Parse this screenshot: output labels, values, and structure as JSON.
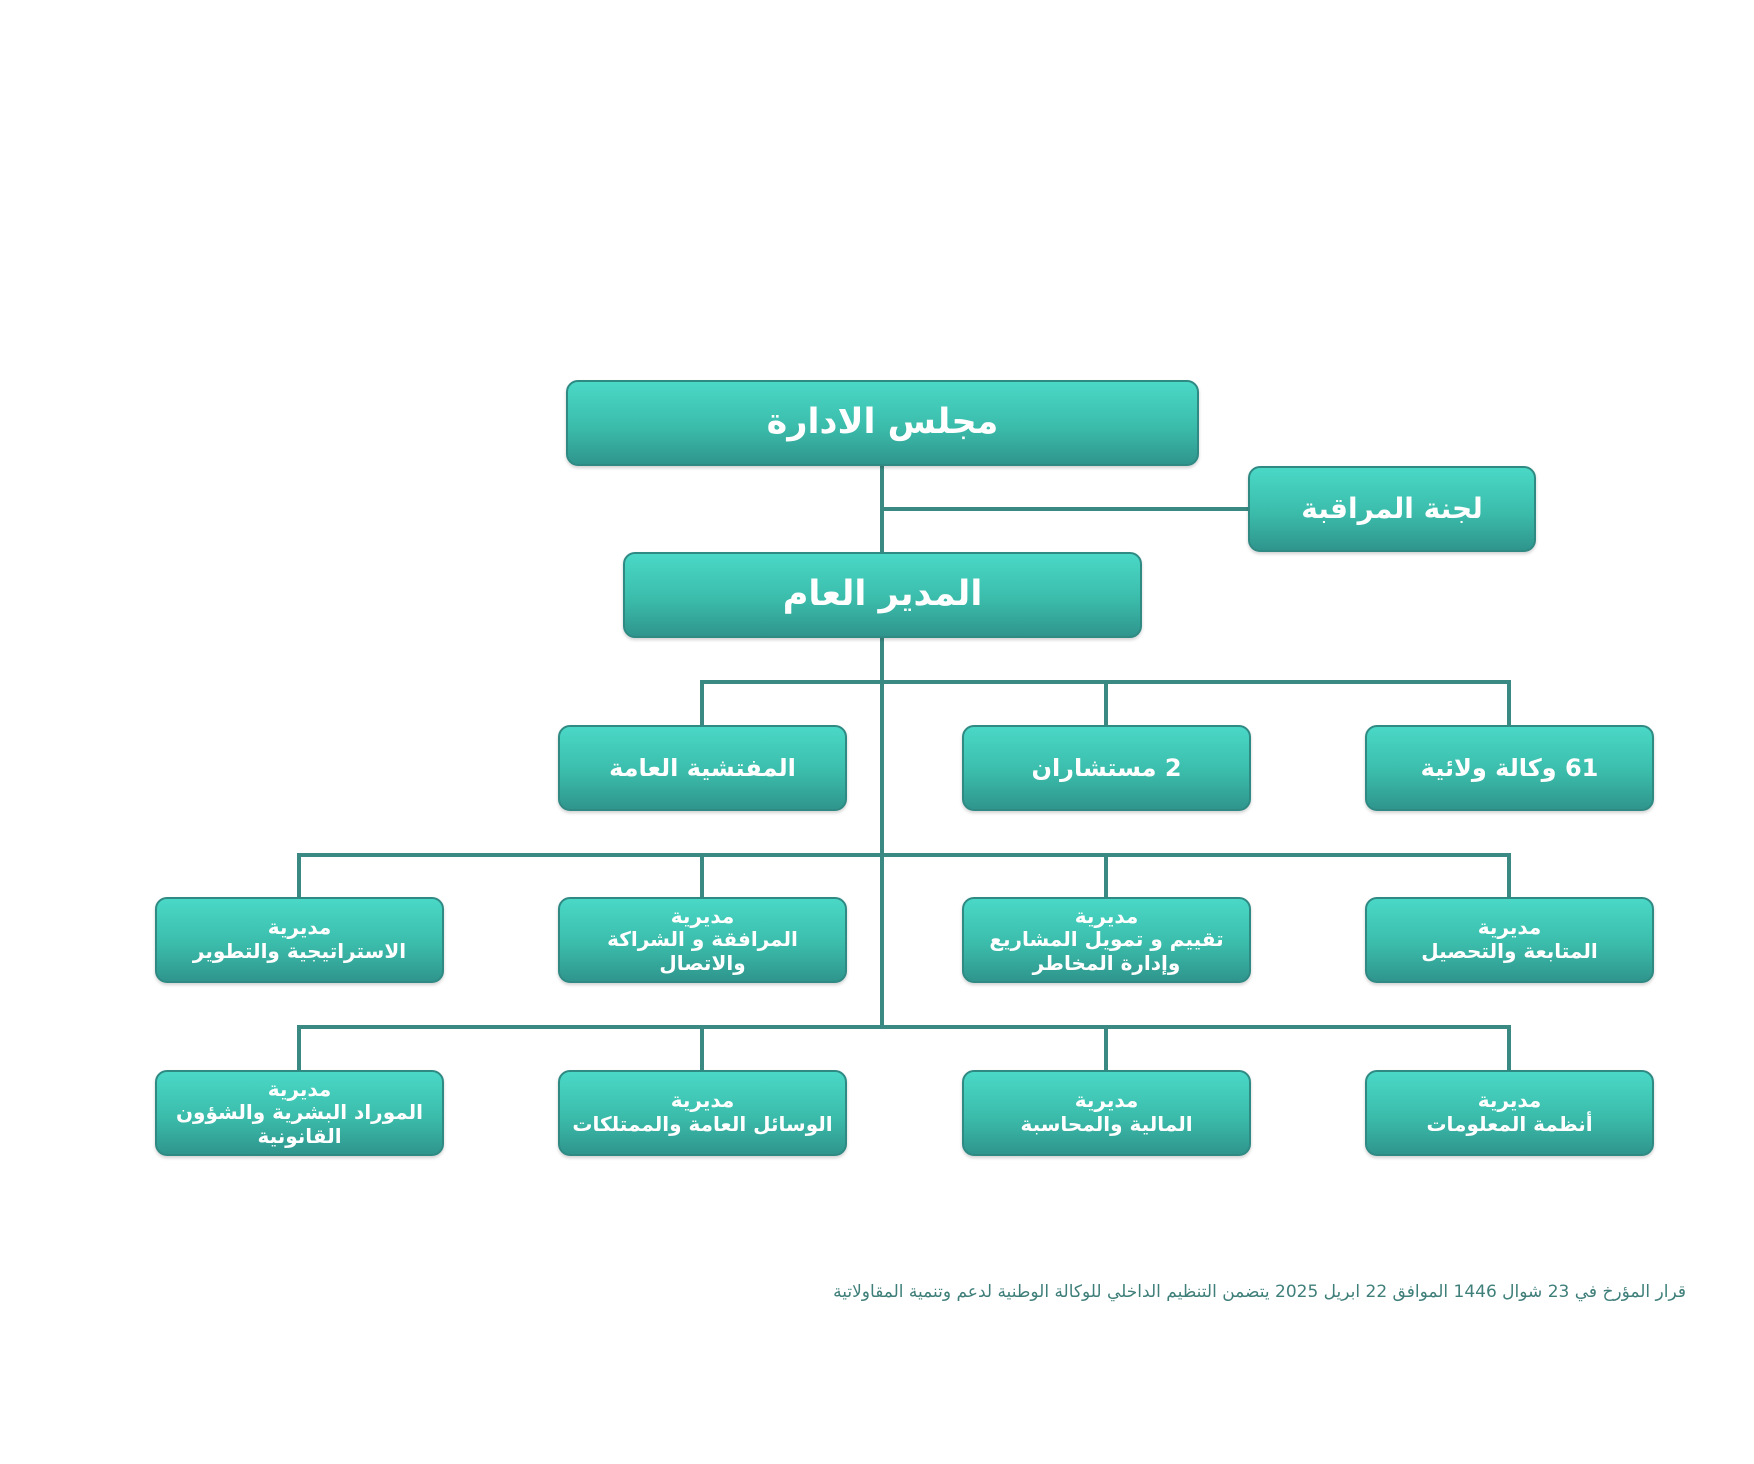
{
  "org_chart": {
    "board": "مجلس الادارة",
    "watch_committee": "لجنة المراقبة",
    "director_general": "المدير العام",
    "attached": {
      "agencies": "61 وكالة ولائية",
      "advisors": "2 مستشاران",
      "inspection": "المفتشية العامة"
    },
    "directorate_prefix": "مديرية",
    "row1": {
      "followup": "المتابعة والتحصيل",
      "projects_1": "تقييم و تمويل المشاريع",
      "projects_2": "وإدارة المخاطر",
      "support": "المرافقة و الشراكة والاتصال",
      "strategy": "الاستراتيجية والتطوير"
    },
    "row2": {
      "infosys": "أنظمة المعلومات",
      "finance": "المالية والمحاسبة",
      "means": "الوسائل العامة والممتلكات",
      "hr_1": "الموراد البشرية والشؤون",
      "hr_2": "القانونية"
    }
  },
  "footnote": "قرار المؤرخ في 23 شوال 1446 الموافق 22 ابريل 2025 يتضمن التنظيم الداخلي للوكالة الوطنية لدعم وتنمية المقاولاتية",
  "colors": {
    "box_top": "#4ad8c6",
    "box_bottom": "#2f958d",
    "box_border": "#2f8a84",
    "connector": "#3a8a83",
    "footnote_text": "#3f7f7a"
  }
}
